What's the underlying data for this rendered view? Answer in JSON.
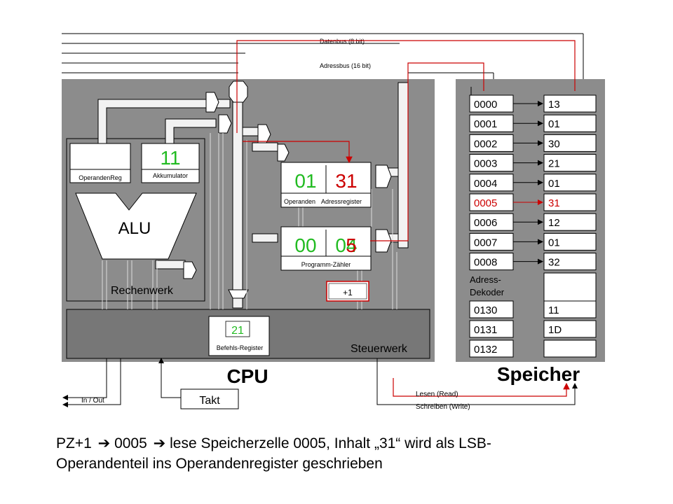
{
  "buses": {
    "datenbus": "Datenbus (8 bit)",
    "adressbus": "Adressbus (16 bit)"
  },
  "cpu": {
    "title": "CPU",
    "rechenwerk": "Rechenwerk",
    "steuerwerk": "Steuerwerk",
    "alu": "ALU",
    "operandenreg_label": "OperandenReg",
    "akkumulator_label": "Akkumulator",
    "akkumulator_value": "11",
    "oar_high": "01",
    "oar_low": "31",
    "oar_label_left": "Operanden",
    "oar_label_right": "Adressregister",
    "pc_high": "00",
    "pc_low_old": "04",
    "pc_low_new": "5",
    "pc_label": "Programm-Zähler",
    "inc_label": "+1",
    "befehls_value": "21",
    "befehls_label": "Befehls-Register",
    "inout": "In / Out",
    "takt": "Takt"
  },
  "memory": {
    "title": "Speicher",
    "decoder_label_1": "Adress-",
    "decoder_label_2": "Dekoder",
    "addresses": [
      "0000",
      "0001",
      "0002",
      "0003",
      "0004",
      "0005",
      "0006",
      "0007",
      "0008"
    ],
    "values": [
      "13",
      "01",
      "30",
      "21",
      "01",
      "31",
      "12",
      "01",
      "32"
    ],
    "addresses_bottom": [
      "0130",
      "0131",
      "0132"
    ],
    "values_bottom": [
      "11",
      "1D",
      ""
    ],
    "highlight": "0005",
    "lesen": "Lesen (Read)",
    "schreiben": "Schreiben (Write)"
  },
  "caption": {
    "line1_a": "PZ+1",
    "line1_b": "0005",
    "line1_c": "lese Speicherzelle 0005, Inhalt „31“ wird als LSB-",
    "line2": "Operandenteil ins Operandenregister geschrieben"
  },
  "colors": {
    "highlight": "#cc0000",
    "accent_green": "#22bb22",
    "frame": "#8c8c8c",
    "control": "#777777"
  }
}
